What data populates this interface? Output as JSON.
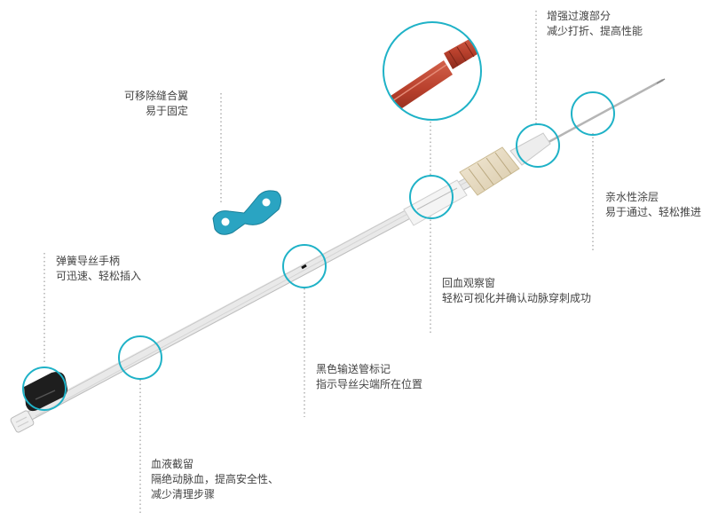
{
  "colors": {
    "callout_ring": "#1fb2c7",
    "wing_blue": "#2aa4c2",
    "tube_tip_red": "#b8402c",
    "dotted_leader": "#8a8a8a",
    "text": "#444444"
  },
  "labels": {
    "suture_wing": {
      "line1": "可移除缝合翼",
      "line2": "易于固定"
    },
    "reinforced_section": {
      "line1": "增强过渡部分",
      "line2": "减少打折、提高性能"
    },
    "hydrophilic_coating": {
      "line1": "亲水性涂层",
      "line2": "易于通过、轻松推进"
    },
    "spring_guidewire_handle": {
      "line1": "弹簧导丝手柄",
      "line2": "可迅速、轻松插入"
    },
    "flashback_window": {
      "line1": "回血观察窗",
      "line2": "轻松可视化并确认动脉穿刺成功"
    },
    "black_marker": {
      "line1": "黑色输送管标记",
      "line2": "指示导丝尖端所在位置"
    },
    "blood_stop": {
      "line1": "血液截留",
      "line2": "隔绝动脉血，提高安全性、",
      "line3": "减少清理步骤"
    }
  }
}
